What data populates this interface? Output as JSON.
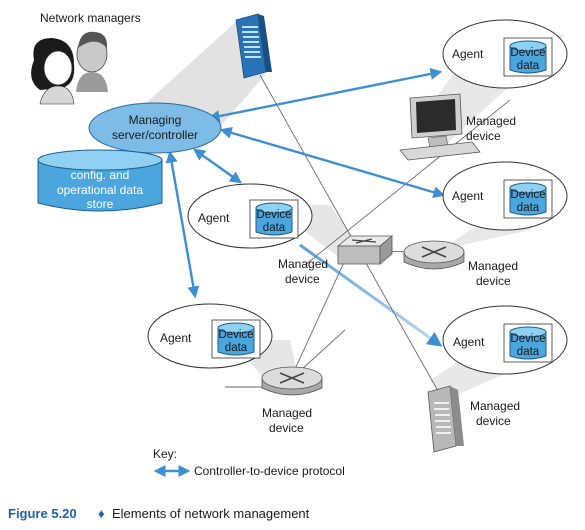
{
  "labels": {
    "network_managers": "Network managers",
    "managing_server_line1": "Managing",
    "managing_server_line2": "server/controller",
    "config_store_line1": "config. and",
    "config_store_line2": "operational data",
    "config_store_line3": "store",
    "agent": "Agent",
    "device_line1": "Device",
    "device_line2": "data",
    "managed_line1": "Managed",
    "managed_line2": "device",
    "key_title": "Key:",
    "key_protocol": "Controller-to-device protocol"
  },
  "caption": {
    "figure": "Figure 5.20",
    "separator": "♦",
    "text": "Elements of network management"
  },
  "colors": {
    "arrow": "#3d8fd1",
    "cylinder": "#4aa6dd",
    "server_oval": "#7dbce6",
    "caption_figure": "#1f5fa8"
  },
  "icons": [
    "people-icon",
    "server-tower-icon",
    "desktop-computer-icon",
    "switch-icon",
    "router-icon",
    "database-icon"
  ]
}
